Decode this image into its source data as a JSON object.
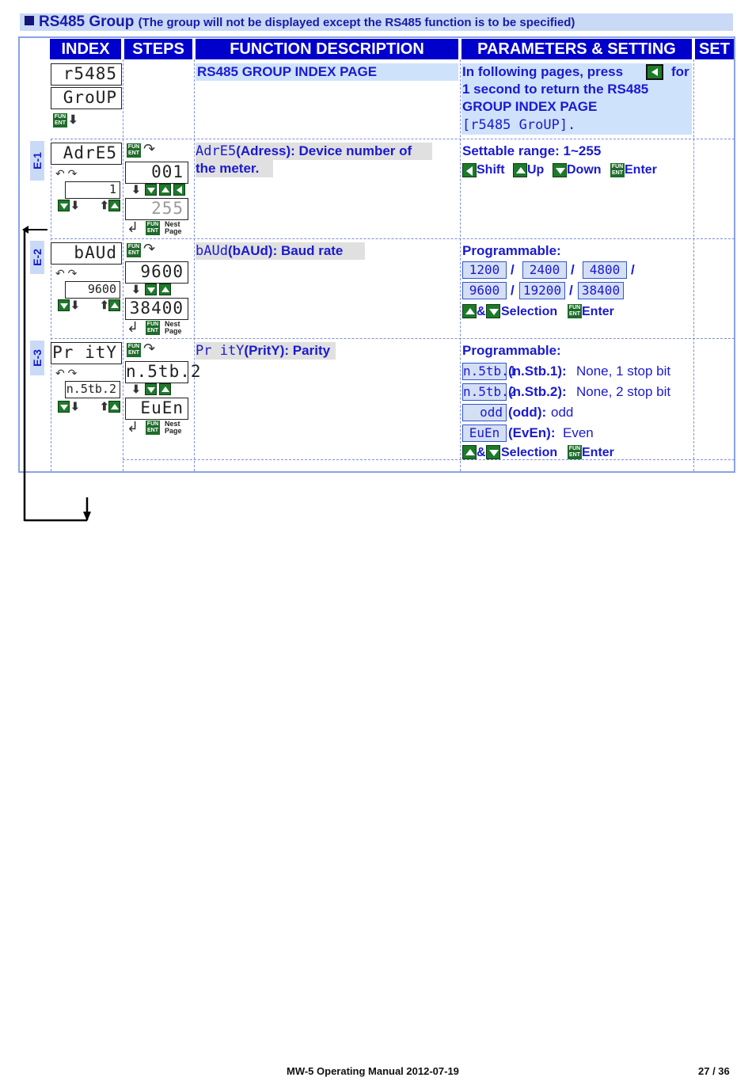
{
  "banner": {
    "title": "RS485 Group",
    "subtitle": "(The group will not be displayed except the RS485 function is to be specified)"
  },
  "headers": {
    "index": "INDEX",
    "steps": "STEPS",
    "function": "FUNCTION DESCRIPTION",
    "parameters": "PARAMETERS & SETTING",
    "set": "SET"
  },
  "keys": {
    "fun": "FUN",
    "ent": "ENT",
    "nest": "Nest",
    "page": "Page"
  },
  "group": {
    "lcd1": "r5485",
    "lcd2": "GroUP",
    "func": "RS485 GROUP INDEX PAGE",
    "param_pre": "In following pages, press",
    "param_for": "for",
    "param_l2": "1 second to return the RS485",
    "param_l3": "GROUP INDEX PAGE",
    "param_l4": "[r5485 GroUP]."
  },
  "e1": {
    "tab": "E-1",
    "lcd": "AdrE5",
    "small": "1",
    "step1": "001",
    "step2": "255",
    "func_code": "AdrE5",
    "func_l1": "(Adress): Device number of",
    "func_l2": "the meter.",
    "param": "Settable range: 1~255",
    "shift": "Shift",
    "up": "Up",
    "down": "Down",
    "enter": "Enter"
  },
  "e2": {
    "tab": "E-2",
    "lcd": "bAUd",
    "small": "9600",
    "step1": "9600",
    "step2": "38400",
    "func_code": "bAUd",
    "func": "(bAUd): Baud rate",
    "param": "Programmable:",
    "opts": [
      "1200",
      "2400",
      "4800",
      "9600",
      "19200",
      "38400"
    ],
    "slash": "/",
    "amp": "&",
    "selection": "Selection",
    "enter": "Enter"
  },
  "e3": {
    "tab": "E-3",
    "lcd": "Pr itY",
    "small": "n.5tb.2",
    "step1": "n.5tb.2",
    "step2": "EuEn",
    "func_code": "Pr itY",
    "func": "(PritY): Parity",
    "param": "Programmable:",
    "o1_code": "n.5tb.1",
    "o1_key": "(n.Stb.1):",
    "o1_val": "None, 1 stop bit",
    "o2_code": "n.5tb.2",
    "o2_key": "(n.Stb.2):",
    "o2_val": "None, 2 stop bit",
    "o3_code": "odd",
    "o3_key": "(odd):",
    "o3_val": "odd",
    "o4_code": "EuEn",
    "o4_key": "(EvEn):",
    "o4_val": "Even",
    "amp": "&",
    "selection": "Selection",
    "enter": "Enter"
  },
  "footer": {
    "manual": "MW-5 Operating Manual 2012-07-19",
    "page": "27 / 36"
  }
}
